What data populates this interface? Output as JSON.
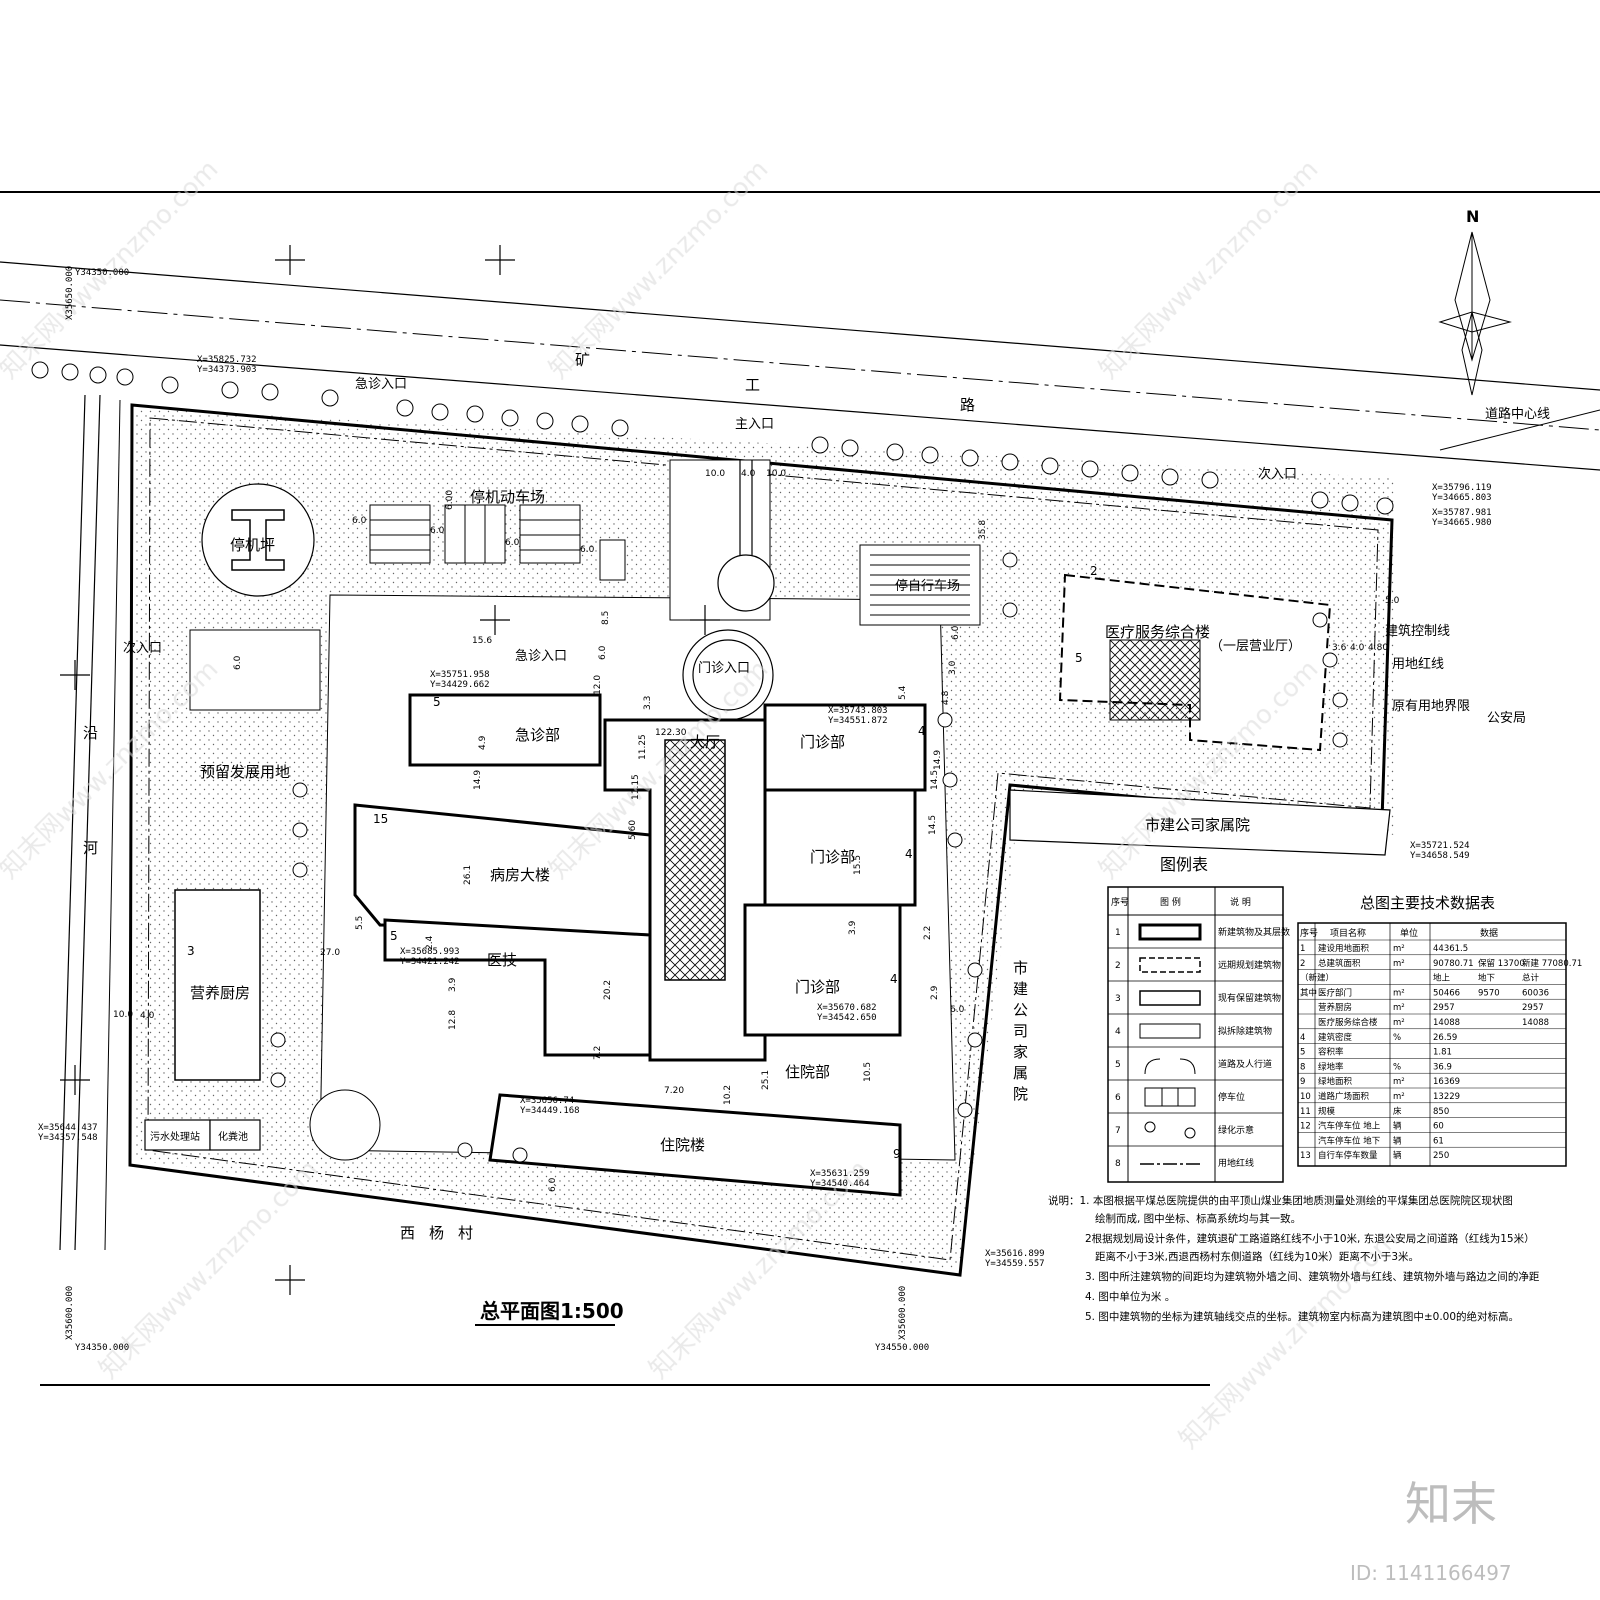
{
  "title": "总平面图1:500",
  "north": "N",
  "road": {
    "chars": [
      "矿",
      "工",
      "路"
    ],
    "centerline": "道路中心线"
  },
  "entrances": {
    "emergency_top": "急诊入口",
    "main": "主入口",
    "secondary_right": "次入口",
    "secondary_left": "次入口",
    "emergency_mid": "急诊入口",
    "outpatient": "门诊入口"
  },
  "areas": {
    "helipad": "停机坪",
    "parking_motor": "停机动车场",
    "bike_parking": "停自行车场",
    "reserved": "预留发展用地",
    "kitchen": "营养厨房",
    "sewage": "污水处理站",
    "septic": "化粪池",
    "emergency": "急诊部",
    "hall": "大厅",
    "outpatient_a": "门诊部",
    "outpatient_b": "门诊部",
    "outpatient_c": "门诊部",
    "ward": "病房大楼",
    "medtech": "医技",
    "inpatient_dept": "住院部",
    "inpatient_bldg": "住院楼",
    "service_bldg": "医疗服务综合楼",
    "service_note": "（一层营业厅）",
    "family_top": "市建公司家属院",
    "family_right": "市建公司家属院",
    "police": "公安局",
    "village": "西杨村",
    "river": "沿河"
  },
  "boundary_labels": {
    "control": "建筑控制线",
    "redline": "用地红线",
    "original": "原有用地界限"
  },
  "floors": [
    "5",
    "15",
    "5",
    "4",
    "4",
    "4",
    "9",
    "3",
    "2",
    "5"
  ],
  "coords": [
    "Y34350.000",
    "X35650.000",
    "X=35825.732",
    "Y=34373.903",
    "X=35796.119",
    "Y=34665.803",
    "X=35787.981",
    "Y=34665.980",
    "X=35751.958",
    "Y=34429.662",
    "X=35743.803",
    "Y=34551.872",
    "X=35721.524",
    "Y=34658.549",
    "X=35685.993",
    "Y=34421.242",
    "X=35670.682",
    "Y=34542.650",
    "X=35656.74",
    "Y=34449.168",
    "X=35644.437",
    "Y=34357.548",
    "X=35631.259",
    "Y=34540.464",
    "X=35616.899",
    "Y=34559.557",
    "X35600.000",
    "Y34350.000",
    "X35600.000",
    "Y34550.000"
  ],
  "dims": [
    "10.0",
    "4.0",
    "10.0",
    "6.0",
    "6.0",
    "6.0",
    "6.0",
    "6.00",
    "15.6",
    "6.0",
    "8.5",
    "6.0",
    "12.0",
    "3.3",
    "122.30",
    "11.25",
    "11.15",
    "5.60",
    "4.9",
    "14.9",
    "26.1",
    "5.5",
    "27.0",
    "2.4",
    "3.9",
    "12.8",
    "20.2",
    "7.2",
    "7.20",
    "10.2",
    "25.1",
    "10.5",
    "6.0",
    "14.9",
    "15.5",
    "3.9",
    "14.5",
    "14.5",
    "5.4",
    "4.8",
    "3.0",
    "6.0",
    "35.8",
    "5.0",
    "3.6",
    "4.0",
    "4.80",
    "10.0",
    "4.0",
    "6.0",
    "2.9",
    "2.2"
  ],
  "legend": {
    "title": "图例表",
    "headers": [
      "序号",
      "图  例",
      "说    明"
    ],
    "rows": [
      {
        "no": "1",
        "desc": "新建筑物及其层数"
      },
      {
        "no": "2",
        "desc": "远期规划建筑物"
      },
      {
        "no": "3",
        "desc": "现有保留建筑物"
      },
      {
        "no": "4",
        "desc": "拟拆除建筑物"
      },
      {
        "no": "5",
        "desc": "道路及人行道"
      },
      {
        "no": "6",
        "desc": "停车位"
      },
      {
        "no": "7",
        "desc": "绿化示意"
      },
      {
        "no": "8",
        "desc": "用地红线"
      }
    ]
  },
  "tech_table": {
    "title": "总图主要技术数据表",
    "headers": [
      "序号",
      "项目名称",
      "单位",
      "数据"
    ],
    "rows": [
      [
        "1",
        "建设用地面积",
        "m²",
        "44361.5"
      ],
      [
        "2",
        "总建筑面积",
        "m²",
        "90780.71",
        "保留 13700",
        "新建 77080.71"
      ],
      [
        "（新建）",
        "",
        "",
        "地上",
        "地下",
        "总计"
      ],
      [
        "其中",
        "医疗部门",
        "m²",
        "50466",
        "9570",
        "60036"
      ],
      [
        "",
        "营养厨房",
        "m²",
        "2957",
        "",
        "2957"
      ],
      [
        "",
        "医疗服务综合楼",
        "m²",
        "14088",
        "",
        "14088"
      ],
      [
        "4",
        "建筑密度",
        "%",
        "26.59"
      ],
      [
        "5",
        "容积率",
        "",
        "1.81"
      ],
      [
        "8",
        "绿地率",
        "%",
        "36.9"
      ],
      [
        "9",
        "绿地面积",
        "m²",
        "16369"
      ],
      [
        "10",
        "道路广场面积",
        "m²",
        "13229"
      ],
      [
        "11",
        "规模",
        "床",
        "850"
      ],
      [
        "12",
        "汽车停车位 地上",
        "辆",
        "60"
      ],
      [
        "",
        "汽车停车位 地下",
        "辆",
        "61"
      ],
      [
        "13",
        "自行车停车数量",
        "辆",
        "250"
      ]
    ]
  },
  "notes": [
    "说明：1. 本图根据平煤总医院提供的由平顶山煤业集团地质测量处测绘的平煤集团总医院院区现状图",
    "绘制而成, 图中坐标、标高系统均与其一致。",
    "2根据规划局设计条件，建筑退矿工路道路红线不小于10米, 东退公安局之间道路（红线为15米）",
    "距离不小于3米,西退西杨村东侧道路（红线为10米）距离不小于3米。",
    "3. 图中所注建筑物的间距均为建筑物外墙之间、建筑物外墙与红线、建筑物外墙与路边之间的净距",
    "4. 图中单位为米 。",
    "5. 图中建筑物的坐标为建筑轴线交点的坐标。建筑物室内标高为建筑图中±0.00的绝对标高。"
  ],
  "watermark": {
    "site": "知末网www.znzmo.com",
    "logo": "知末",
    "id": "ID: 1141166497"
  }
}
